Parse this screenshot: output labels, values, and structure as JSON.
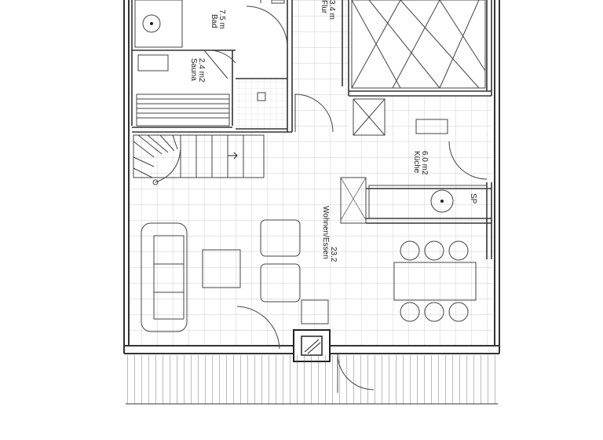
{
  "rooms": {
    "bad": {
      "name": "Bad",
      "area": "7.5 m"
    },
    "flur": {
      "name": "Flur",
      "area": "3.4 m"
    },
    "sauna": {
      "name": "Sauna",
      "area": "2.4 m2"
    },
    "kueche": {
      "name": "Küche",
      "area": "6.0 m2"
    },
    "wohnen": {
      "name": "Wohnen/Essen",
      "area": "23.2"
    },
    "sp": {
      "name": "SP"
    }
  },
  "icons": [
    "stair-arrow-icon",
    "stove-icon",
    "sink-icon",
    "door-swing-icon"
  ]
}
